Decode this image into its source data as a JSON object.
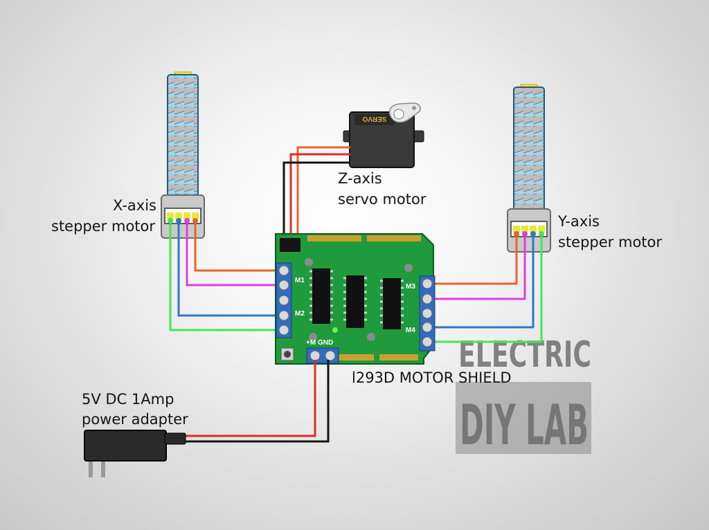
{
  "labels": {
    "x_axis": [
      "X-axis",
      "stepper motor"
    ],
    "y_axis": [
      "Y-axis",
      "stepper motor"
    ],
    "z_axis": [
      "Z-axis",
      "servo motor"
    ],
    "shield": "l293D MOTOR SHIELD",
    "power": [
      "5V DC 1Amp",
      "power adapter"
    ]
  },
  "board": {
    "ports": [
      "M1",
      "M2",
      "M3",
      "M4"
    ],
    "power_terminal": "+M GND",
    "color": "#1f9a3c"
  },
  "servo_label": "SERVO",
  "watermark": [
    "ELECTRIC",
    "DIY LAB"
  ],
  "wire_colors": {
    "orange": "#e8642c",
    "magenta": "#e23ce0",
    "blue": "#2c78c8",
    "green": "#3ee85a",
    "red": "#e02a2a",
    "black": "#141414",
    "yellow": "#f5e03c"
  }
}
